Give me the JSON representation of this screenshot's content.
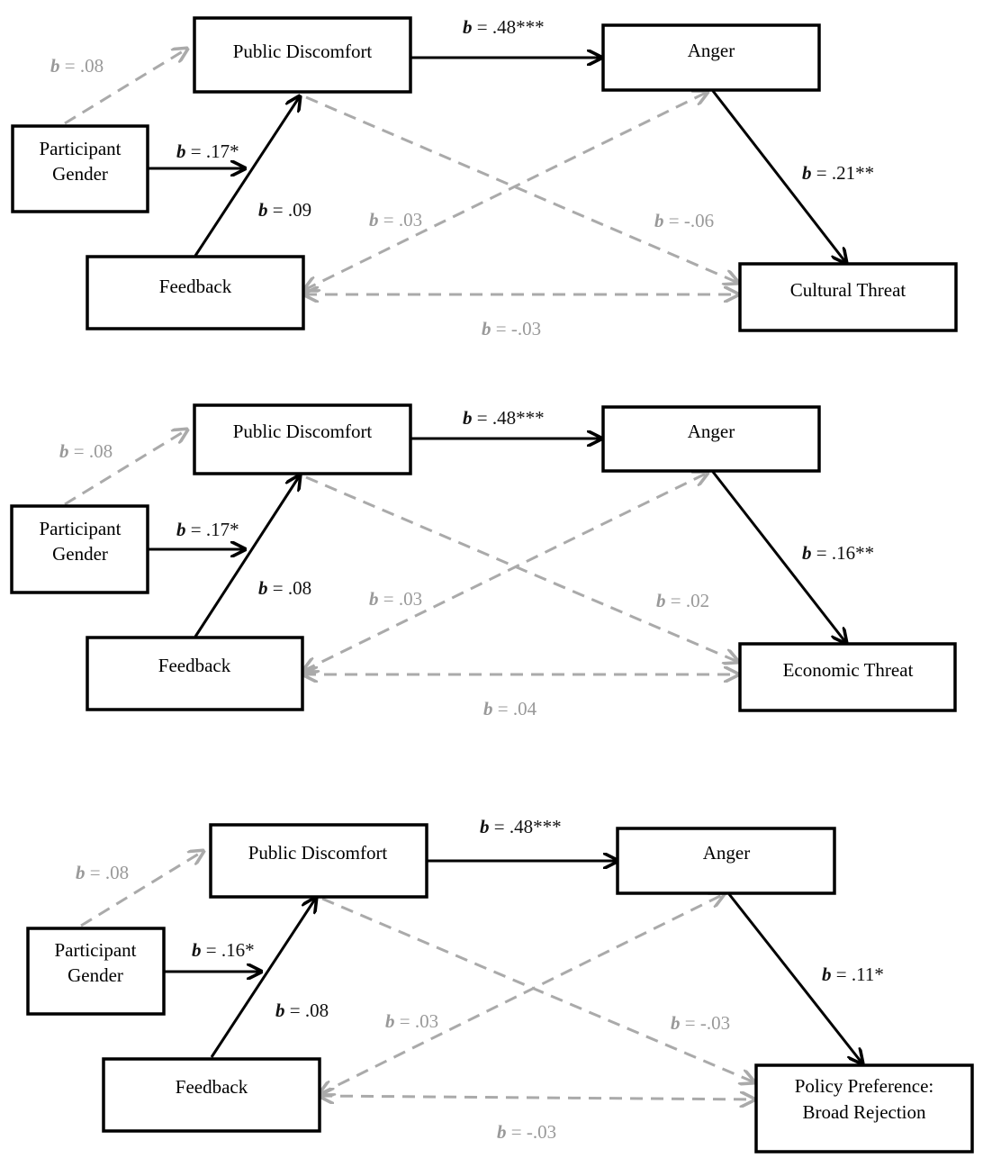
{
  "nodes": {
    "gender_line1": "Participant",
    "gender_line2": "Gender",
    "feedback": "Feedback",
    "public_discomfort": "Public Discomfort",
    "anger": "Anger"
  },
  "panels": [
    {
      "outcome_line1": "Cultural Threat",
      "outcome_line2": "",
      "paths": {
        "gender_to_pd": ".08",
        "gender_to_pd_sig": "",
        "gender_to_pd_sig_flag": false,
        "gender_mid": ".17*",
        "feedback_to_pd": ".09",
        "pd_to_anger": ".48***",
        "anger_to_outcome": ".21**",
        "feedback_to_anger": ".03",
        "pd_to_outcome": "-.06",
        "feedback_to_outcome": "-.03"
      }
    },
    {
      "outcome_line1": "Economic Threat",
      "outcome_line2": "",
      "paths": {
        "gender_to_pd": ".08",
        "gender_mid": ".17*",
        "feedback_to_pd": ".08",
        "pd_to_anger": ".48***",
        "anger_to_outcome": ".16**",
        "feedback_to_anger": ".03",
        "pd_to_outcome": ".02",
        "feedback_to_outcome": ".04"
      }
    },
    {
      "outcome_line1": "Policy Preference:",
      "outcome_line2": "Broad Rejection",
      "paths": {
        "gender_to_pd": ".08",
        "gender_mid": ".16*",
        "feedback_to_pd": ".08",
        "pd_to_anger": ".48***",
        "anger_to_outcome": ".11*",
        "feedback_to_anger": ".03",
        "pd_to_outcome": "-.03",
        "feedback_to_outcome": "-.03"
      }
    }
  ],
  "coef_prefix": "b",
  "coef_equals": " = ",
  "colors": {
    "significant": "#000000",
    "nonsignificant": "#aaaaaa",
    "nonsig_text": "#999999"
  }
}
